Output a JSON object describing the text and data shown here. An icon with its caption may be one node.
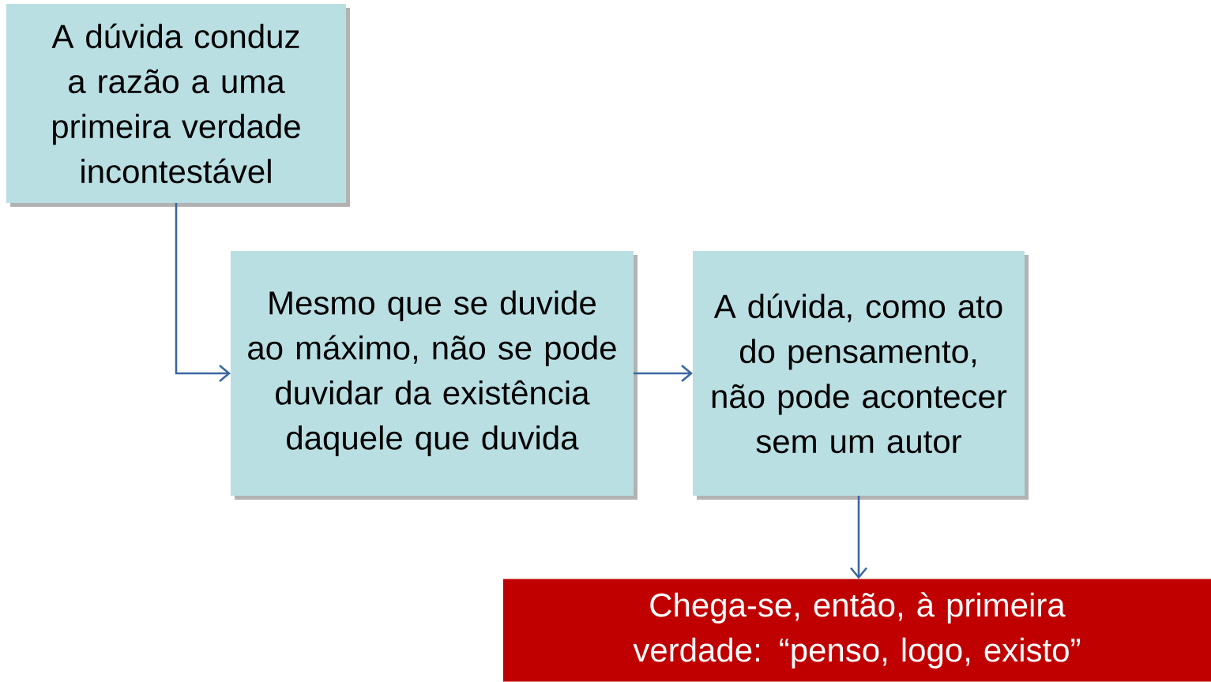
{
  "diagram": {
    "nodes": [
      {
        "text": [
          "A dúvida conduz a razão a uma primeira verdade incontestável"
        ]
      },
      {
        "text": [
          "Mesmo que se duvide ao máximo, não se pode duvidar da existência daquele que duvida"
        ]
      },
      {
        "text": [
          "A dúvida, como ato do pensamento, não pode acontecer sem um autor"
        ]
      },
      {
        "text": [
          "Chega-se, então, à primeira verdade: “penso, logo, existo”"
        ]
      }
    ],
    "edges": [
      {
        "from": 0,
        "to": 1,
        "arrow": "to"
      },
      {
        "from": 1,
        "to": 2,
        "arrow": "to"
      },
      {
        "from": 2,
        "to": 3,
        "arrow": "to"
      }
    ]
  }
}
